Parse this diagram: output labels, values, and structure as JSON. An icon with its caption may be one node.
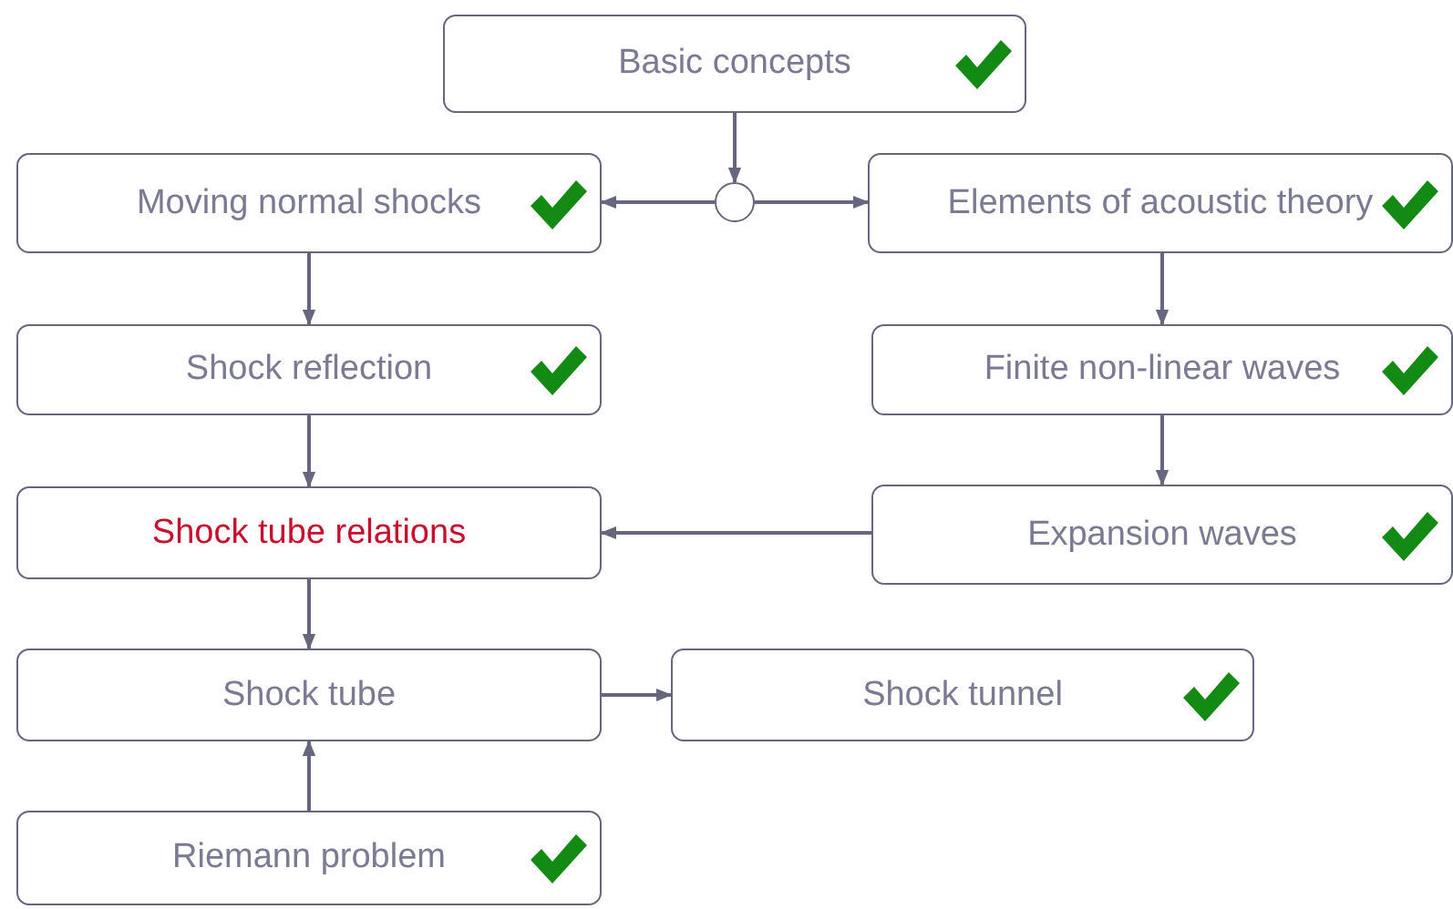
{
  "diagram": {
    "nodes": [
      {
        "text": [
          "Basic concepts"
        ]
      },
      {
        "text": [],
        "shape": "circle"
      },
      {
        "text": [
          "Moving normal shocks"
        ]
      },
      {
        "text": [
          "Elements of acoustic theory"
        ]
      },
      {
        "text": [
          "Shock reflection"
        ]
      },
      {
        "text": [
          "Finite non-linear waves"
        ]
      },
      {
        "text": [
          "Shock tube relations"
        ]
      },
      {
        "text": [
          "Expansion waves"
        ]
      },
      {
        "text": [
          "Shock tube"
        ]
      },
      {
        "text": [
          "Shock tunnel"
        ]
      },
      {
        "text": [
          "Riemann problem"
        ]
      }
    ],
    "edges": [
      {
        "from": 0,
        "to": 1,
        "arrow": "to"
      },
      {
        "from": 1,
        "to": 2,
        "arrow": "to"
      },
      {
        "from": 1,
        "to": 3,
        "arrow": "to"
      },
      {
        "from": 2,
        "to": 4,
        "arrow": "to"
      },
      {
        "from": 3,
        "to": 5,
        "arrow": "to"
      },
      {
        "from": 4,
        "to": 6,
        "arrow": "to"
      },
      {
        "from": 5,
        "to": 7,
        "arrow": "to"
      },
      {
        "from": 7,
        "to": 6,
        "arrow": "to"
      },
      {
        "from": 6,
        "to": 8,
        "arrow": "to"
      },
      {
        "from": 8,
        "to": 9,
        "arrow": "to"
      },
      {
        "from": 10,
        "to": 8,
        "arrow": "to"
      }
    ]
  }
}
